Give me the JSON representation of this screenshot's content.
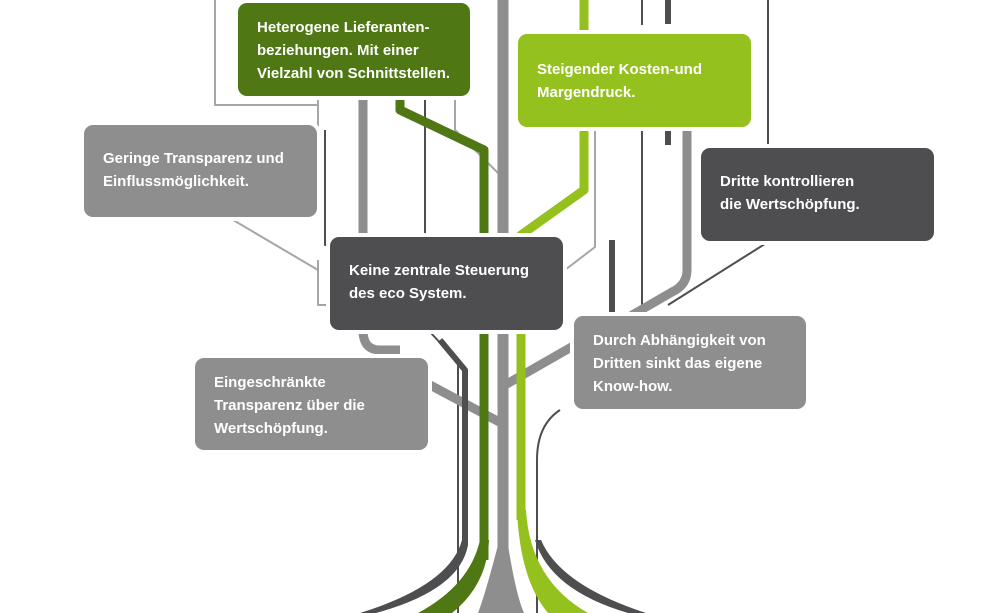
{
  "colors": {
    "dark_green": "#4f7814",
    "lime_green": "#95c11f",
    "mid_grey": "#8e8e8e",
    "dark_grey": "#4e4e51",
    "light_grey_line": "#a6a6a6"
  },
  "boxes": [
    {
      "id": "heterogene",
      "color": "dark_green",
      "lines": [
        "Heterogene Lieferanten-",
        "beziehungen. Mit einer",
        "Vielzahl von Schnittstellen."
      ]
    },
    {
      "id": "kosten",
      "color": "lime_green",
      "lines": [
        "Steigender Kosten-und",
        "Margendruck."
      ]
    },
    {
      "id": "transparenz",
      "color": "mid_grey",
      "lines": [
        "Geringe Transparenz und",
        "Einflussmöglichkeit."
      ]
    },
    {
      "id": "dritte",
      "color": "dark_grey",
      "lines": [
        "Dritte kontrollieren",
        "die Wertschöpfung."
      ]
    },
    {
      "id": "steuerung",
      "color": "dark_grey",
      "lines": [
        "Keine zentrale Steuerung",
        "des eco System."
      ]
    },
    {
      "id": "knowhow",
      "color": "mid_grey",
      "lines": [
        "Durch Abhängigkeit von",
        "Dritten sinkt das eigene",
        "Know-how."
      ]
    },
    {
      "id": "wertschoepfung",
      "color": "mid_grey",
      "lines": [
        "Eingeschränkte",
        "Transparenz über die",
        "Wertschöpfung."
      ]
    }
  ]
}
